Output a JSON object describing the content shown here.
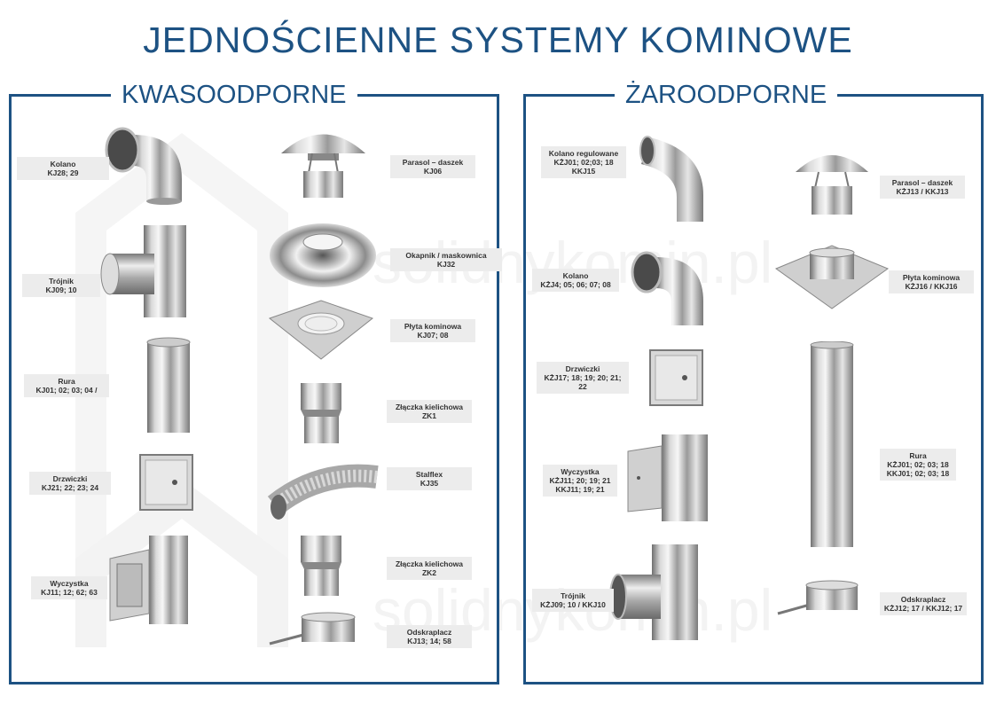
{
  "header": {
    "title": "JEDNOŚCIENNE SYSTEMY KOMINOWE"
  },
  "watermark": "solidnykomin.pl",
  "colors": {
    "brand": "#1d5283",
    "label_bg": "#ececec"
  },
  "kwasoodporne": {
    "title": "KWASOODPORNE",
    "items": [
      {
        "name": "Kolano",
        "code": "KJ28; 29",
        "icon": "elbow-icon"
      },
      {
        "name": "Parasol – daszek",
        "code": "KJ06",
        "icon": "cap-icon"
      },
      {
        "name": "Trójnik",
        "code": "KJ09; 10",
        "icon": "tee-icon"
      },
      {
        "name": "Okapnik / maskownica",
        "code": "KJ32",
        "icon": "flashing-cone-icon"
      },
      {
        "name": "Płyta kominowa",
        "code": "KJ07; 08",
        "icon": "plate-icon"
      },
      {
        "name": "Rura",
        "code": "KJ01; 02; 03; 04 /",
        "icon": "pipe-icon"
      },
      {
        "name": "Złączka kielichowa",
        "code": "ZK1",
        "icon": "reducer-icon"
      },
      {
        "name": "Drzwiczki",
        "code": "KJ21; 22; 23; 24",
        "icon": "door-icon"
      },
      {
        "name": "Stalflex",
        "code": "KJ35",
        "icon": "flex-pipe-icon"
      },
      {
        "name": "Wyczystka",
        "code": "KJ11; 12; 62; 63",
        "icon": "cleanout-icon"
      },
      {
        "name": "Złączka kielichowa",
        "code": "ZK2",
        "icon": "reducer-icon"
      },
      {
        "name": "Odskraplacz",
        "code": "KJ13; 14; 58",
        "icon": "drain-icon"
      }
    ]
  },
  "zaroodporne": {
    "title": "ŻAROODPORNE",
    "items": [
      {
        "name": "Kolano regulowane",
        "code": "KŻJ01; 02;03; 18",
        "code2": "KKJ15",
        "icon": "adjustable-elbow-icon"
      },
      {
        "name": "Parasol – daszek",
        "code": "KŻJ13 / KKJ13",
        "icon": "cap-icon"
      },
      {
        "name": "Kolano",
        "code": "KŻJ4; 05; 06; 07; 08",
        "icon": "elbow-icon"
      },
      {
        "name": "Płyta kominowa",
        "code": "KŻJ16 / KKJ16",
        "icon": "plate-icon"
      },
      {
        "name": "Drzwiczki",
        "code": "KŻJ17; 18; 19; 20; 21; 22",
        "icon": "door-icon"
      },
      {
        "name": "Rura",
        "code": "KŻJ01; 02; 03; 18",
        "code2": "KKJ01; 02; 03; 18",
        "icon": "pipe-icon"
      },
      {
        "name": "Wyczystka",
        "code": "KŻJ11; 20; 19; 21",
        "code2": "KKJ11; 19; 21",
        "icon": "cleanout-icon"
      },
      {
        "name": "Trójnik",
        "code": "KŻJ09; 10 / KKJ10",
        "icon": "tee-icon"
      },
      {
        "name": "Odskraplacz",
        "code": "KŻJ12; 17 / KKJ12; 17",
        "icon": "drain-icon"
      }
    ]
  }
}
